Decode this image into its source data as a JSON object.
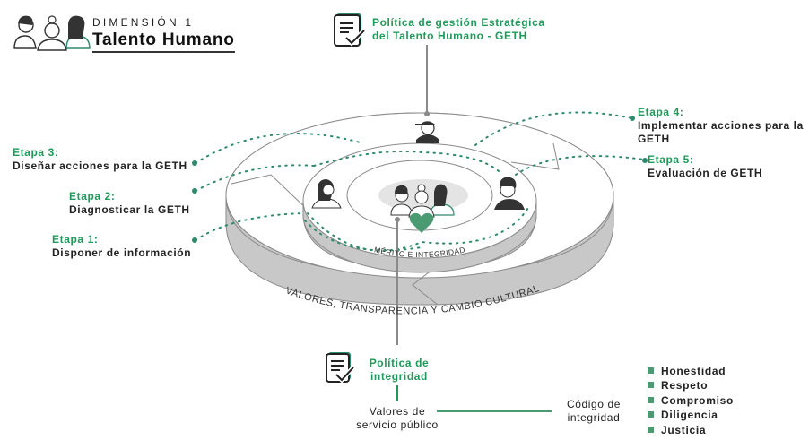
{
  "header": {
    "kicker": "DIMENSIÓN 1",
    "title": "Talento Humano",
    "icon": "people-group-icon"
  },
  "top_policy": {
    "line1": "Política de gestión Estratégica",
    "line2": "del Talento Humano - GETH",
    "icon": "checklist-document-icon"
  },
  "stages": [
    {
      "title": "Etapa 1:",
      "desc": "Disponer de información"
    },
    {
      "title": "Etapa 2:",
      "desc": "Diagnosticar la GETH"
    },
    {
      "title": "Etapa 3:",
      "desc": "Diseñar acciones para la GETH"
    },
    {
      "title": "Etapa 4:",
      "desc_line1": "Implementar acciones para la",
      "desc_line2": "GETH"
    },
    {
      "title": "Etapa 5:",
      "desc": "Evaluación de GETH"
    }
  ],
  "rings": {
    "inner_label": "MÉRITO E INTEGRIDAD",
    "outer_label": "VALORES, TRANSPARENCIA Y CAMBIO CULTURAL"
  },
  "integrity_policy": {
    "line1": "Política de",
    "line2": "integridad",
    "icon": "checklist-document-icon"
  },
  "values": {
    "line1": "Valores de",
    "line2": "servicio público"
  },
  "code": {
    "line1": "Código de",
    "line2": "integridad"
  },
  "code_values": [
    "Honestidad",
    "Respeto",
    "Compromiso",
    "Diligencia",
    "Justicia"
  ],
  "colors": {
    "accent_green": "#1f9a5a",
    "dot_green": "#2e8b6a",
    "heart_green": "#4a9a72",
    "ring_gray": "#c8c8c8",
    "line_gray": "#8a8a8a"
  }
}
